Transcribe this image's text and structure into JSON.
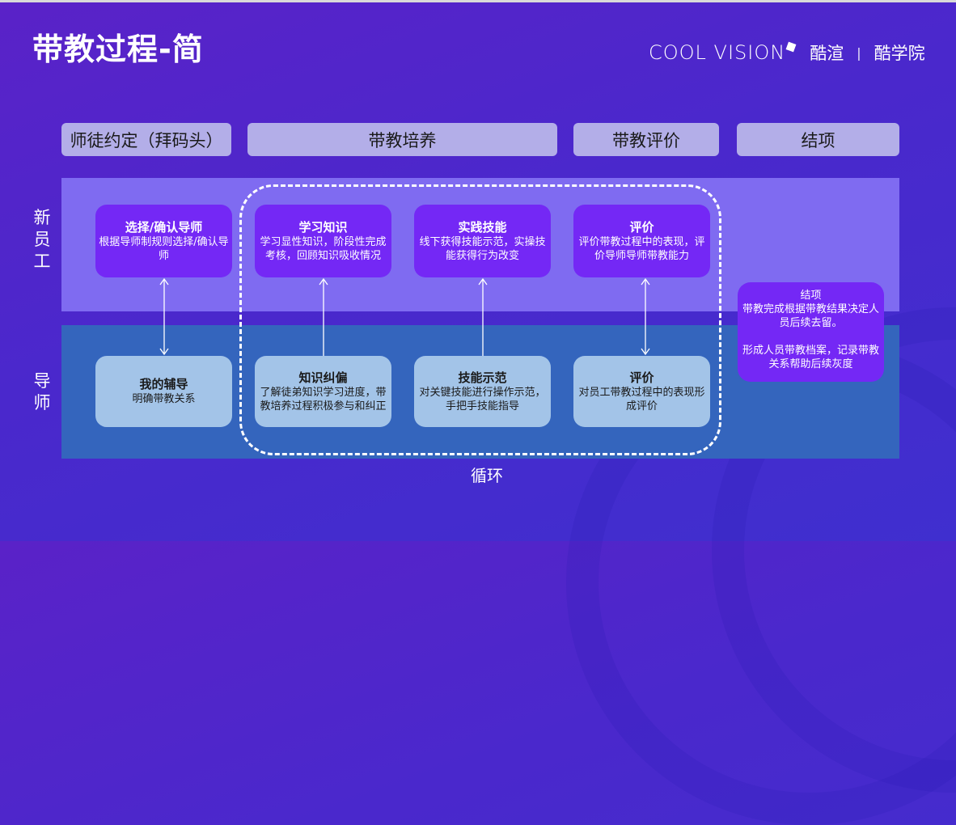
{
  "title": "带教过程-简",
  "logo": {
    "brand": "COOL VISION",
    "cn1": "酷渲",
    "separator": "|",
    "cn2": "酷学院"
  },
  "phases": [
    {
      "label": "师徒约定（拜码头）"
    },
    {
      "label": "带教培养"
    },
    {
      "label": "带教评价"
    },
    {
      "label": "结项"
    }
  ],
  "rows": {
    "new_employee": "新员工",
    "mentor": "导师"
  },
  "top_cards": [
    {
      "title": "选择/确认导师",
      "desc": "根据导师制规则选择/确认导师"
    },
    {
      "title": "学习知识",
      "desc": "学习显性知识，阶段性完成考核，回顾知识吸收情况"
    },
    {
      "title": "实践技能",
      "desc": "线下获得技能示范，实操技能获得行为改变"
    },
    {
      "title": "评价",
      "desc": "评价带教过程中的表现，评价导师导师带教能力"
    }
  ],
  "bottom_cards": [
    {
      "title": "我的辅导",
      "desc": "明确带教关系"
    },
    {
      "title": "知识纠偏",
      "desc": "了解徒弟知识学习进度，带教培养过程积极参与和纠正"
    },
    {
      "title": "技能示范",
      "desc": "对关键技能进行操作示范，手把手技能指导"
    },
    {
      "title": "评价",
      "desc": "对员工带教过程中的表现形成评价"
    }
  ],
  "end_card": {
    "title": "结项",
    "line1": "带教完成根据带教结果决定人员后续去留。",
    "line2": "形成人员带教档案，记录带教关系帮助后续灰度"
  },
  "loop_label": "循环",
  "arrows": [
    {
      "from": "top_cards.0",
      "to": "bottom_cards.0",
      "direction": "both"
    },
    {
      "from": "bottom_cards.1",
      "to": "top_cards.1",
      "direction": "up"
    },
    {
      "from": "bottom_cards.2",
      "to": "top_cards.2",
      "direction": "up"
    },
    {
      "from": "top_cards.3",
      "to": "bottom_cards.3",
      "direction": "both"
    }
  ]
}
